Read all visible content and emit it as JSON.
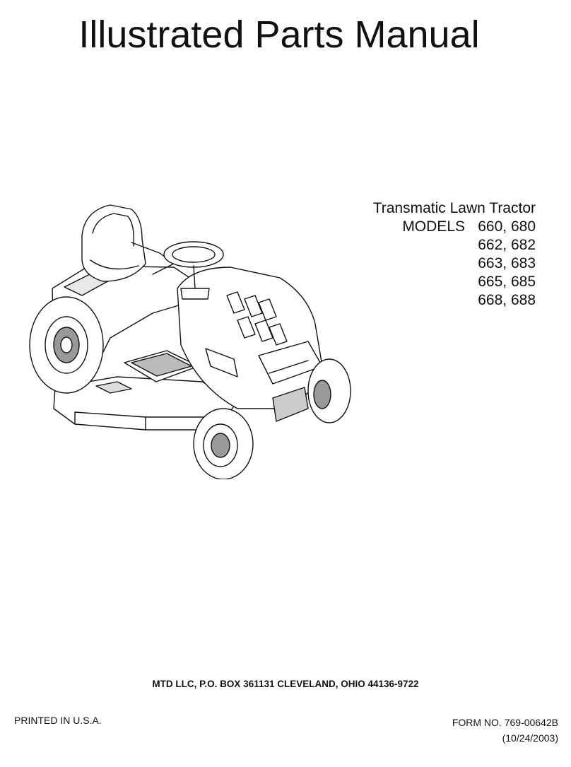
{
  "title": "Illustrated Parts Manual",
  "product": "Transmatic Lawn Tractor",
  "models_label": "MODELS",
  "models": [
    "660, 680",
    "662, 682",
    "663, 683",
    "665, 685",
    "668, 688"
  ],
  "address": "MTD LLC, P.O. BOX 361131 CLEVELAND, OHIO 44136-9722",
  "printed": "PRINTED IN U.S.A.",
  "form_no": "FORM NO. 769-00642B",
  "date": "(10/24/2003)"
}
